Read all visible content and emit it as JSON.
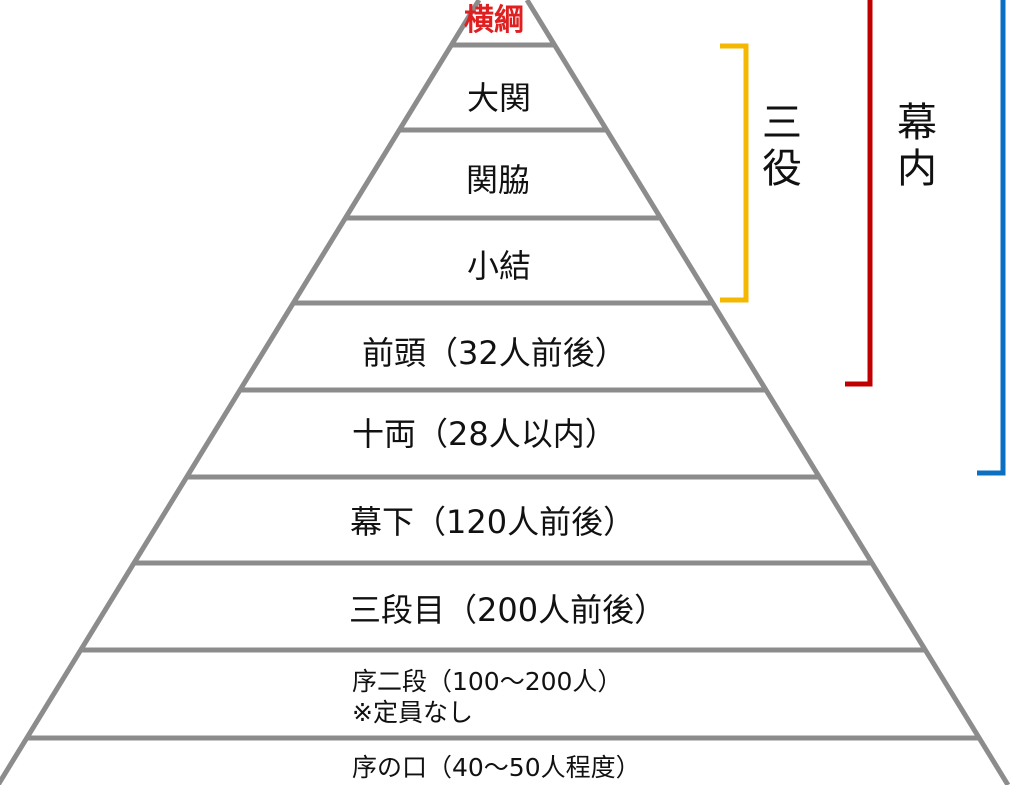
{
  "colors": {
    "line": "#8c8c8c",
    "yokozuna": "#e02020",
    "sanyaku": "#f5b800",
    "makuuchi": "#c00000",
    "sekitori": "#0b6fc2"
  },
  "tiers": {
    "yokozuna": "横綱",
    "ozeki": "大関",
    "sekiwake": "関脇",
    "komusubi": "小結",
    "maegashira": "前頭（32人前後）",
    "juryo": "十両（28人以内）",
    "makushita": "幕下（120人前後）",
    "sandanme": "三段目（200人前後）",
    "jonidan": "序二段（100～200人）",
    "jonidan_note": "※定員なし",
    "jonokuchi": "序の口（40～50人程度）"
  },
  "brackets": {
    "sanyaku": "三役",
    "makuuchi": "幕内"
  }
}
